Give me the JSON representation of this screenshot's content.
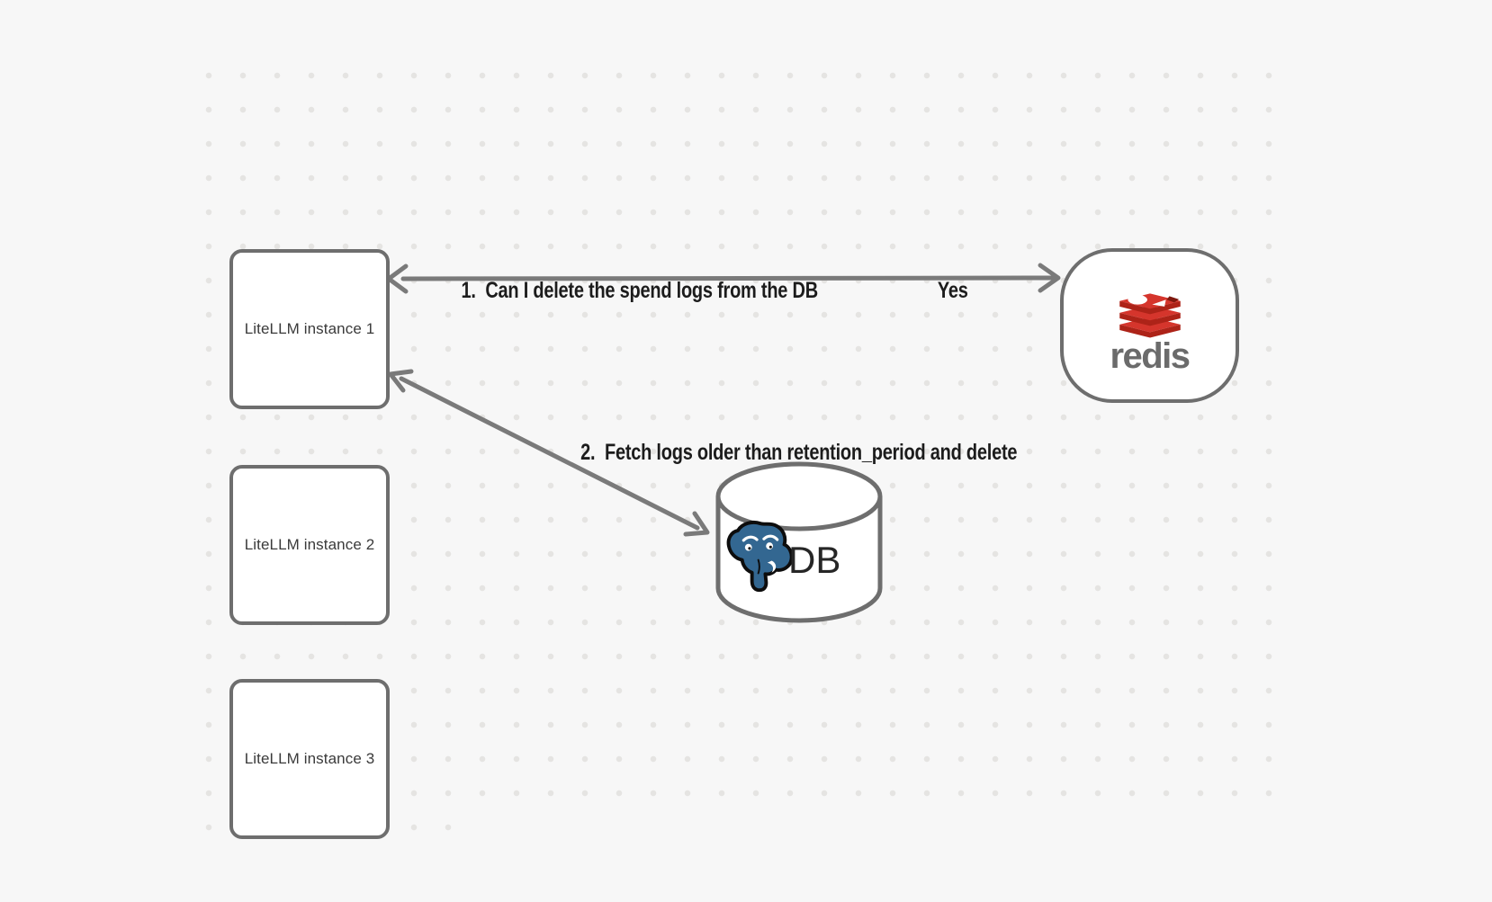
{
  "canvas": {
    "background": "#f7f7f7",
    "dot_color": "#e5e4e2"
  },
  "nodes": [
    {
      "id": "litellm-1",
      "label": "LiteLLM instance 1"
    },
    {
      "id": "litellm-2",
      "label": "LiteLLM instance 2"
    },
    {
      "id": "litellm-3",
      "label": "LiteLLM instance 3"
    }
  ],
  "redis": {
    "wordmark": "redis"
  },
  "db": {
    "label": "DB"
  },
  "arrows": {
    "arrow1": {
      "label": "1.  Can I delete the spend logs from the DB",
      "answer": "Yes",
      "style": "double-headed horizontal"
    },
    "arrow2": {
      "label": "2.  Fetch logs older than retention_period and delete",
      "style": "double-headed diagonal"
    }
  },
  "colors": {
    "shape_stroke": "#6e6e6e",
    "arrow_stroke": "#7a7a7a",
    "label_text": "#1c1c1c",
    "node_fill": "#ffffff",
    "redis_red_top": "#d5352c",
    "redis_red_front": "#ad2318",
    "redis_red_dark": "#7e180e",
    "redis_wordmark_gray": "#6b6b6b",
    "postgres_blue": "#336791",
    "db_text": "#262626"
  }
}
